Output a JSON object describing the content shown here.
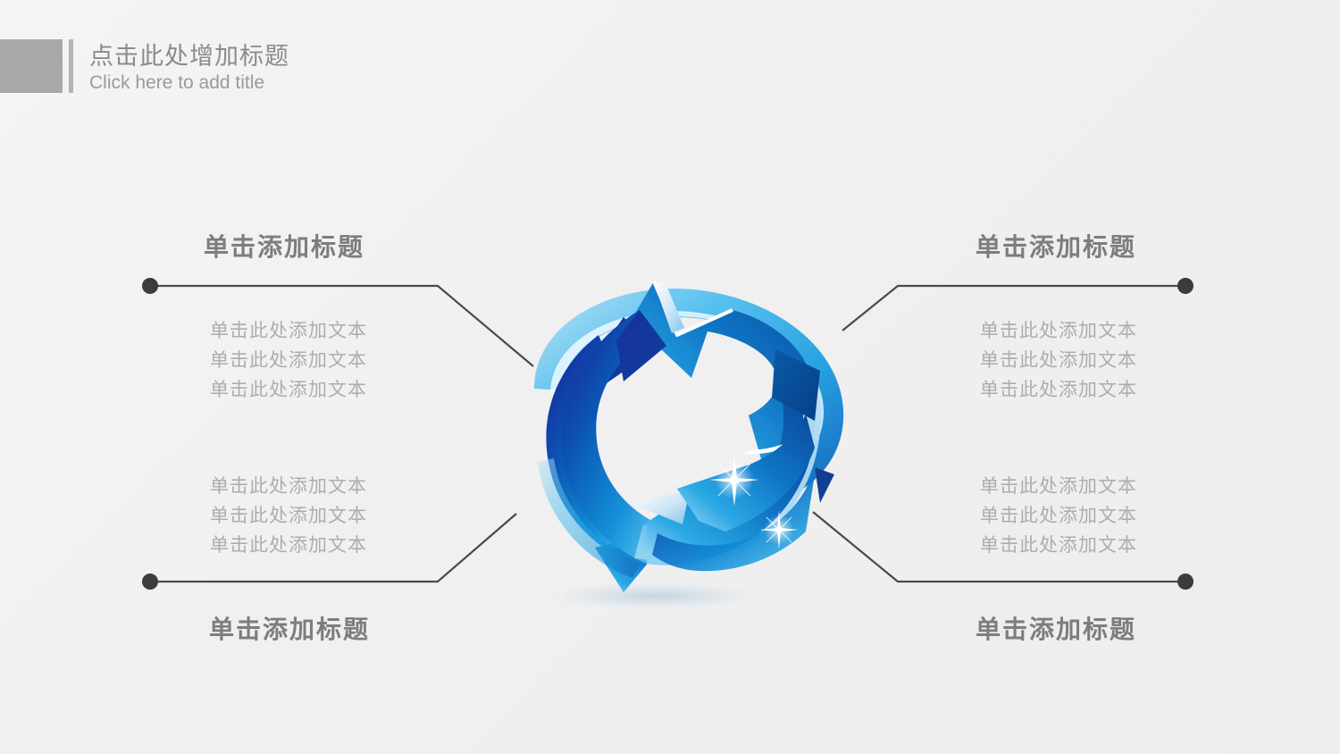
{
  "header": {
    "title_cn": "点击此处增加标题",
    "title_en": "Click here to add title"
  },
  "quadrants": {
    "top_left": {
      "title": "单击添加标题",
      "body": [
        "单击此处添加文本",
        "单击此处添加文本",
        "单击此处添加文本"
      ]
    },
    "top_right": {
      "title": "单击添加标题",
      "body": [
        "单击此处添加文本",
        "单击此处添加文本",
        "单击此处添加文本"
      ]
    },
    "bottom_left": {
      "title": "单击添加标题",
      "body": [
        "单击此处添加文本",
        "单击此处添加文本",
        "单击此处添加文本"
      ]
    },
    "bottom_right": {
      "title": "单击添加标题",
      "body": [
        "单击此处添加文本",
        "单击此处添加文本",
        "单击此处添加文本"
      ]
    }
  },
  "graphic": {
    "name": "cycle-arrows-3d-illustration",
    "colors": {
      "deep_navy": "#17269b",
      "royal_blue": "#0b57b5",
      "azure": "#1b9ce0",
      "sky": "#55c0ee",
      "pale_blue": "#a8d8f0",
      "highlight": "#ffffff",
      "shadow": "#cfd8de"
    }
  },
  "theme": {
    "background": "#f1f1f1",
    "header_block": "#a8a8a8",
    "header_bar": "#b4b4b4",
    "title_gray": "#7d7d7d",
    "body_gray": "#adadad",
    "connector_line": "#4a4a4a",
    "connector_dot": "#3c3c3c"
  }
}
